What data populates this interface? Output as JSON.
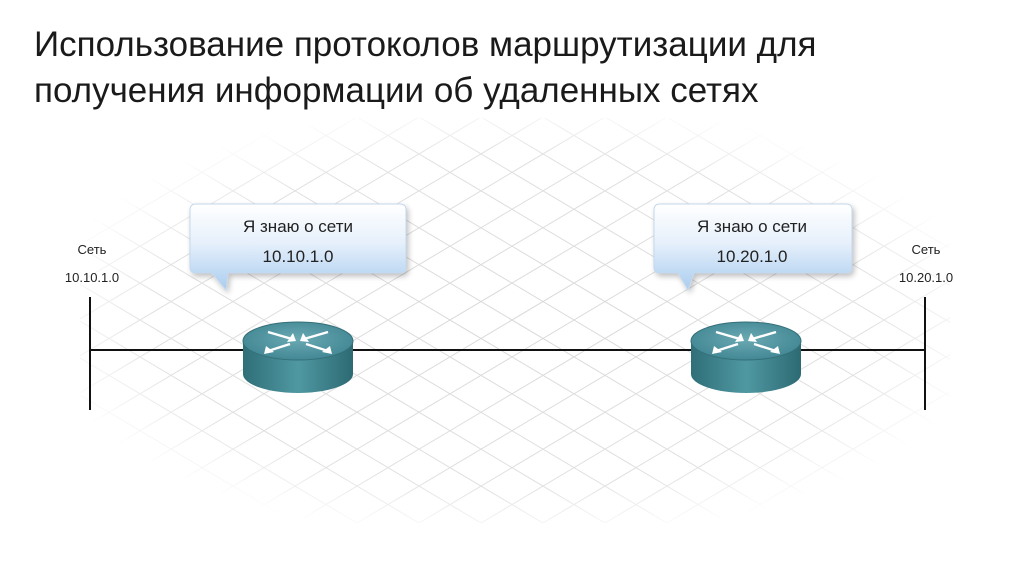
{
  "title": {
    "line1": "Использование протоколов маршрутизации для",
    "line2": "получения информации об удаленных сетях"
  },
  "networks": [
    {
      "word": "Сеть",
      "address": "10.10.1.0"
    },
    {
      "word": "Сеть",
      "address": "10.20.1.0"
    }
  ],
  "callouts": [
    {
      "line1": "Я знаю о сети",
      "line2": "10.10.1.0"
    },
    {
      "line1": "Я знаю о сети",
      "line2": "10.20.1.0"
    }
  ],
  "colors": {
    "router_top": "#4a8d99",
    "router_side": "#3a7e88",
    "callout_top": "#ffffff",
    "callout_bottom": "#a9ccef"
  },
  "icons": [
    "router-icon",
    "router-icon"
  ]
}
